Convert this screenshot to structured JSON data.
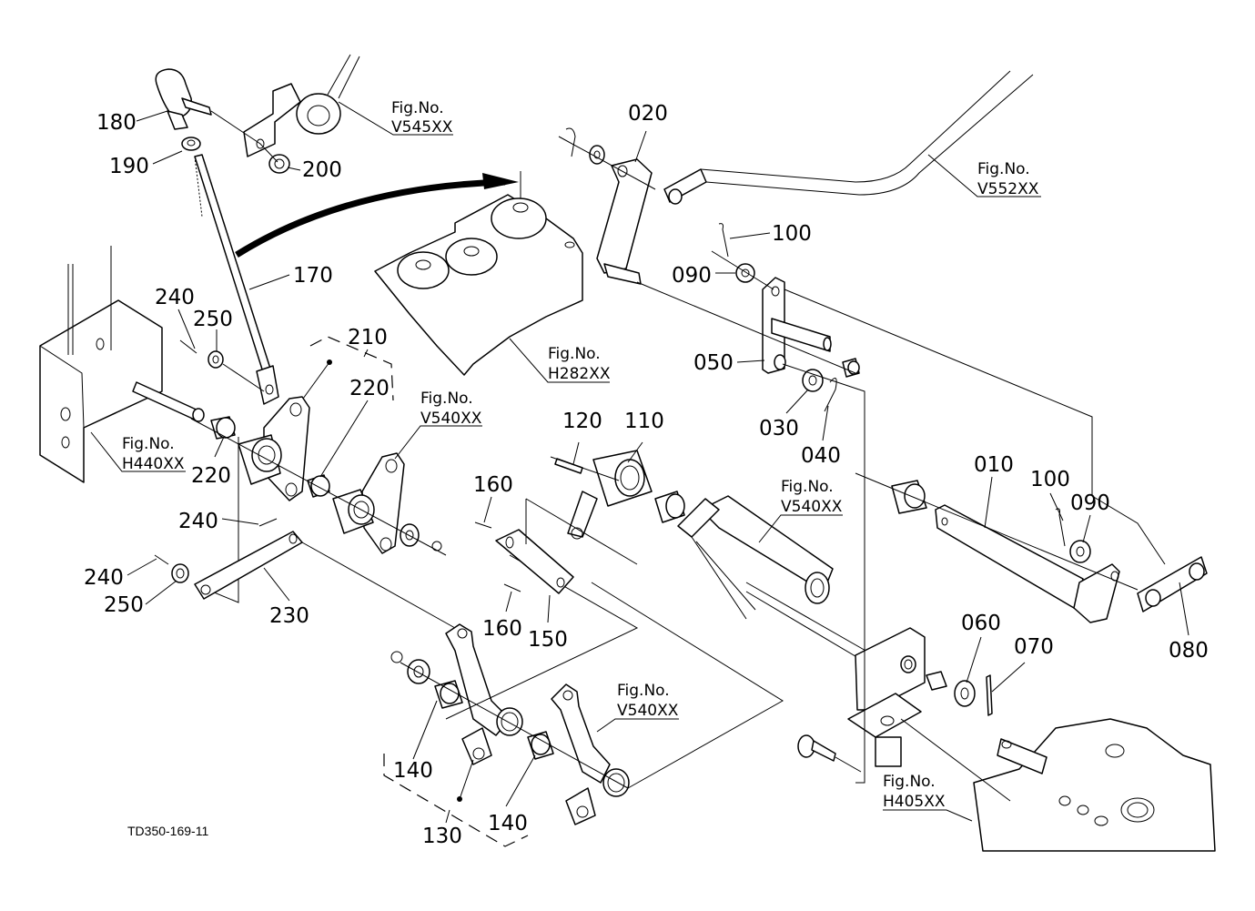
{
  "drawing_code": "TD350-169-11",
  "callouts": [
    {
      "id": "c180",
      "label": "180"
    },
    {
      "id": "c190",
      "label": "190"
    },
    {
      "id": "c200",
      "label": "200"
    },
    {
      "id": "c170",
      "label": "170"
    },
    {
      "id": "c240a",
      "label": "240"
    },
    {
      "id": "c250a",
      "label": "250"
    },
    {
      "id": "c210",
      "label": "210"
    },
    {
      "id": "c220a",
      "label": "220"
    },
    {
      "id": "c220b",
      "label": "220"
    },
    {
      "id": "c240b",
      "label": "240"
    },
    {
      "id": "c240c",
      "label": "240"
    },
    {
      "id": "c250b",
      "label": "250"
    },
    {
      "id": "c230",
      "label": "230"
    },
    {
      "id": "c020",
      "label": "020"
    },
    {
      "id": "c100a",
      "label": "100"
    },
    {
      "id": "c090a",
      "label": "090"
    },
    {
      "id": "c050",
      "label": "050"
    },
    {
      "id": "c030",
      "label": "030"
    },
    {
      "id": "c040",
      "label": "040"
    },
    {
      "id": "c120",
      "label": "120"
    },
    {
      "id": "c110",
      "label": "110"
    },
    {
      "id": "c160a",
      "label": "160"
    },
    {
      "id": "c160b",
      "label": "160"
    },
    {
      "id": "c150",
      "label": "150"
    },
    {
      "id": "c010",
      "label": "010"
    },
    {
      "id": "c100b",
      "label": "100"
    },
    {
      "id": "c090b",
      "label": "090"
    },
    {
      "id": "c080",
      "label": "080"
    },
    {
      "id": "c060",
      "label": "060"
    },
    {
      "id": "c070",
      "label": "070"
    },
    {
      "id": "c140a",
      "label": "140"
    },
    {
      "id": "c140b",
      "label": "140"
    },
    {
      "id": "c130",
      "label": "130"
    }
  ],
  "figure_refs": [
    {
      "id": "f_v545",
      "prefix": "Fig.No.",
      "code": "V545XX"
    },
    {
      "id": "f_v552",
      "prefix": "Fig.No.",
      "code": "V552XX"
    },
    {
      "id": "f_h282",
      "prefix": "Fig.No.",
      "code": "H282XX"
    },
    {
      "id": "f_h440",
      "prefix": "Fig.No.",
      "code": "H440XX"
    },
    {
      "id": "f_v540a",
      "prefix": "Fig.No.",
      "code": "V540XX"
    },
    {
      "id": "f_v540b",
      "prefix": "Fig.No.",
      "code": "V540XX"
    },
    {
      "id": "f_v540c",
      "prefix": "Fig.No.",
      "code": "V540XX"
    },
    {
      "id": "f_h405",
      "prefix": "Fig.No.",
      "code": "H405XX"
    }
  ]
}
